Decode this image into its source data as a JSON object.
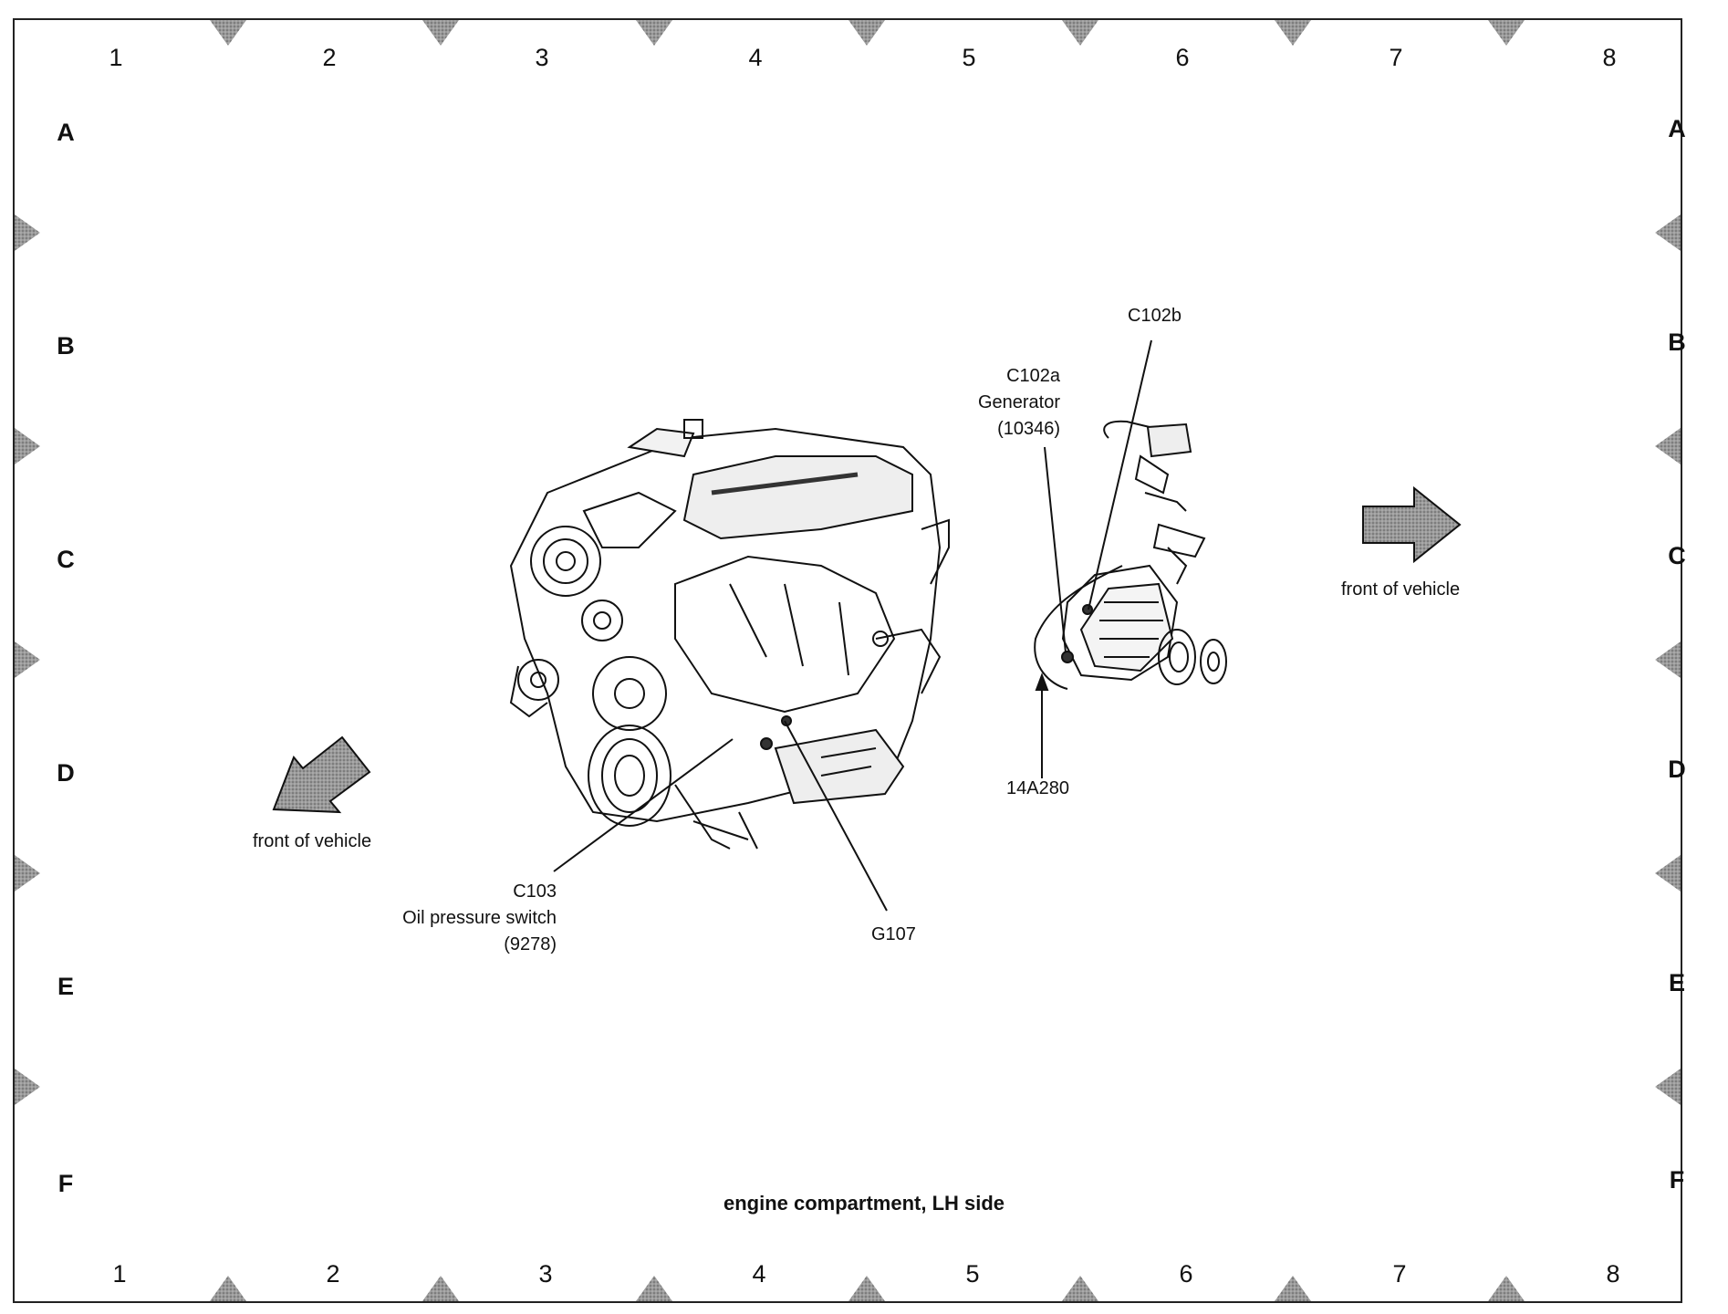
{
  "grid": {
    "columns": [
      "1",
      "2",
      "3",
      "4",
      "5",
      "6",
      "7",
      "8"
    ],
    "rows": [
      "A",
      "B",
      "C",
      "D",
      "E",
      "F"
    ]
  },
  "labels": {
    "c102b": "C102b",
    "c102a": {
      "code": "C102a",
      "name": "Generator",
      "part": "(10346)"
    },
    "harness": "14A280",
    "front_right": "front of vehicle",
    "front_left": "front of vehicle",
    "c103": {
      "code": "C103",
      "name": "Oil pressure switch",
      "part": "(9278)"
    },
    "g107": "G107"
  },
  "caption": "engine compartment, LH side",
  "colors": {
    "line": "#111111",
    "arrow_fill": "#8a8a8a",
    "marker_fill": "#7a7a7a"
  }
}
